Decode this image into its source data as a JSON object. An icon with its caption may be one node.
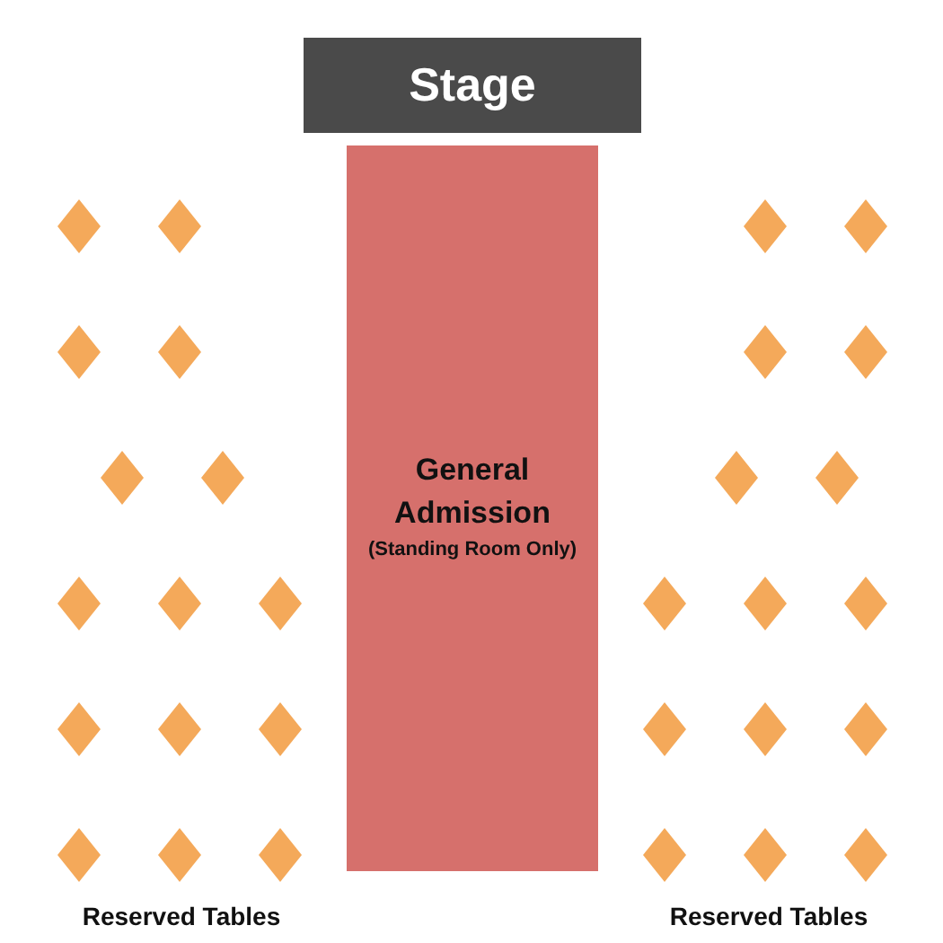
{
  "diagram": {
    "nodes": [
      {
        "text": [
          "Stage"
        ]
      },
      {
        "text": [
          "General Admission",
          "(Standing Room Only)"
        ]
      },
      {
        "text": [],
        "shape": "diamond"
      },
      {
        "text": [],
        "shape": "diamond"
      },
      {
        "text": [],
        "shape": "diamond"
      },
      {
        "text": [],
        "shape": "diamond"
      },
      {
        "text": [],
        "shape": "diamond"
      },
      {
        "text": [],
        "shape": "diamond"
      },
      {
        "text": [],
        "shape": "diamond"
      },
      {
        "text": [],
        "shape": "diamond"
      },
      {
        "text": [],
        "shape": "diamond"
      },
      {
        "text": [],
        "shape": "diamond"
      },
      {
        "text": [],
        "shape": "diamond"
      },
      {
        "text": [],
        "shape": "diamond"
      },
      {
        "text": [],
        "shape": "diamond"
      },
      {
        "text": [],
        "shape": "diamond"
      },
      {
        "text": [],
        "shape": "diamond"
      },
      {
        "text": [],
        "shape": "diamond"
      },
      {
        "text": [],
        "shape": "diamond"
      },
      {
        "text": [],
        "shape": "diamond"
      },
      {
        "text": [],
        "shape": "diamond"
      },
      {
        "text": [],
        "shape": "diamond"
      },
      {
        "text": [],
        "shape": "diamond"
      },
      {
        "text": [],
        "shape": "diamond"
      },
      {
        "text": [],
        "shape": "diamond"
      },
      {
        "text": [],
        "shape": "diamond"
      },
      {
        "text": [],
        "shape": "diamond"
      },
      {
        "text": [],
        "shape": "diamond"
      },
      {
        "text": [],
        "shape": "diamond"
      },
      {
        "text": [],
        "shape": "diamond"
      },
      {
        "text": [],
        "shape": "diamond"
      },
      {
        "text": [],
        "shape": "diamond"
      }
    ],
    "labels": [
      "Reserved Tables",
      "Reserved Tables"
    ]
  }
}
